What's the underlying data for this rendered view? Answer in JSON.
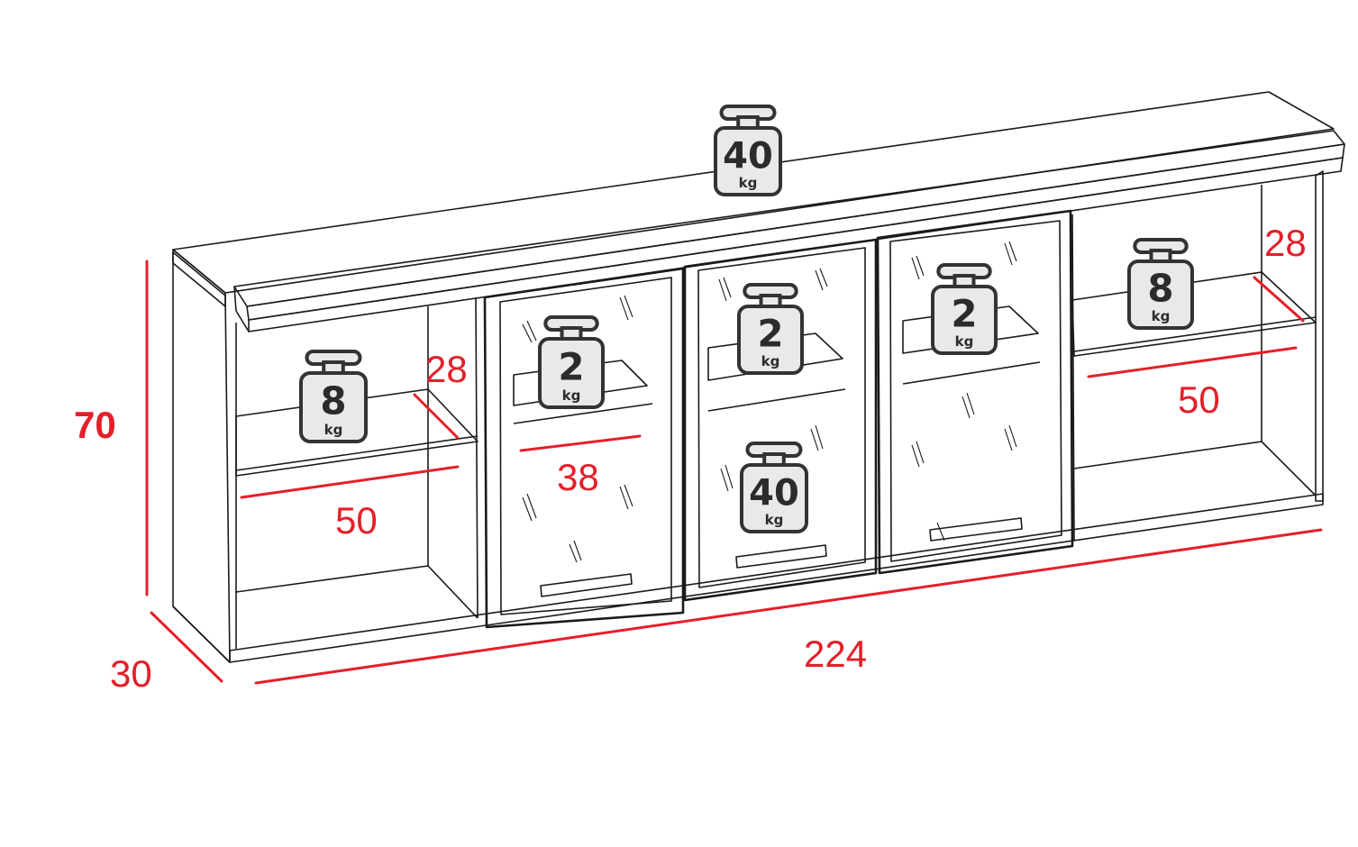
{
  "dimensions": {
    "height": "70",
    "depth": "30",
    "width": "224",
    "shelf_height_left": "28",
    "shelf_width_left": "50",
    "shelf_width_glass": "38",
    "shelf_height_right": "28",
    "shelf_width_right": "50"
  },
  "weights": {
    "top": {
      "value": "40",
      "unit": "kg"
    },
    "left_shelf": {
      "value": "8",
      "unit": "kg"
    },
    "glass_left_shelf": {
      "value": "2",
      "unit": "kg"
    },
    "glass_center_shelf": {
      "value": "2",
      "unit": "kg"
    },
    "glass_center_bottom": {
      "value": "40",
      "unit": "kg"
    },
    "glass_right_shelf": {
      "value": "2",
      "unit": "kg"
    },
    "right_shelf": {
      "value": "8",
      "unit": "kg"
    }
  },
  "colors": {
    "dimension": "#e3202a",
    "line": "#1a1a1a",
    "weight_fill": "#e9e9e9",
    "weight_stroke": "#333333"
  }
}
